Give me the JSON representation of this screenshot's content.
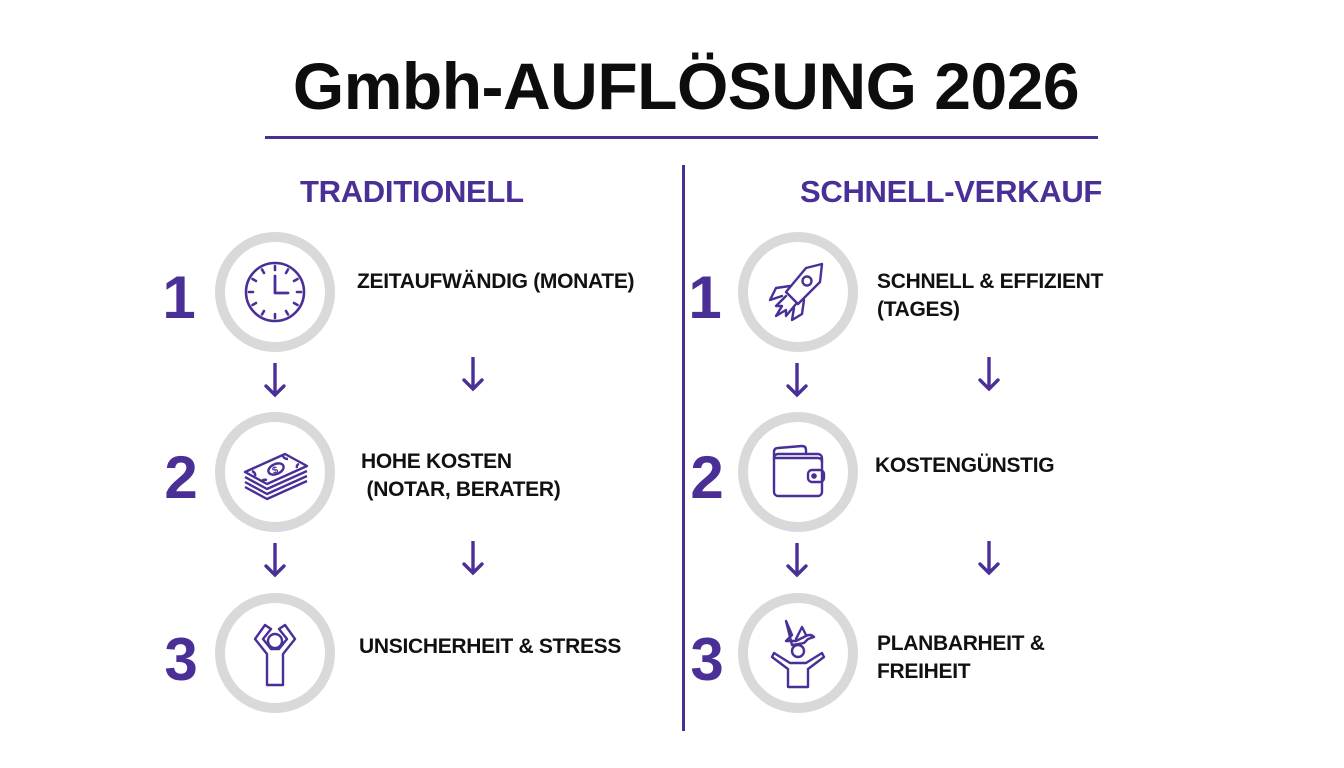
{
  "title": "Gmbh-AUFLÖSUNG 2026",
  "colors": {
    "accent": "#4a2f96",
    "text": "#111111",
    "ring": "#d9d9db",
    "background": "#ffffff"
  },
  "columns": [
    {
      "heading": "TRADITIONELL",
      "steps": [
        {
          "number": "1",
          "icon": "clock-icon",
          "line1": "ZEITAUFWÄNDIG (MONATE)",
          "line2": ""
        },
        {
          "number": "2",
          "icon": "money-stack-icon",
          "line1": "HOHE KOSTEN",
          "line2": " (NOTAR, BERATER)"
        },
        {
          "number": "3",
          "icon": "stressed-person-icon",
          "line1": "UNSICHERHEIT & STRESS",
          "line2": ""
        }
      ]
    },
    {
      "heading": "SCHNELL-VERKAUF",
      "steps": [
        {
          "number": "1",
          "icon": "rocket-icon",
          "line1": "SCHNELL & EFFIZIENT",
          "line2": "(TAGES)"
        },
        {
          "number": "2",
          "icon": "wallet-icon",
          "line1": "KOSTENGÜNSTIG",
          "line2": ""
        },
        {
          "number": "3",
          "icon": "free-person-dove-icon",
          "line1": "PLANBARHEIT &",
          "line2": "FREIHEIT"
        }
      ]
    }
  ],
  "arrows": {
    "glyph": "down-arrow-icon"
  }
}
